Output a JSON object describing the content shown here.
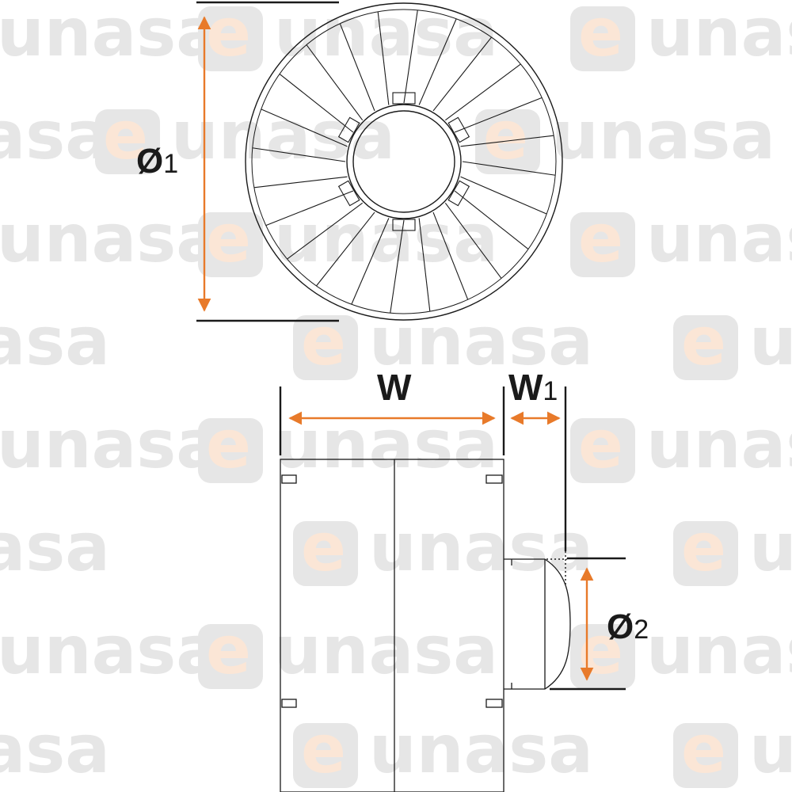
{
  "watermark": {
    "brand_letter": "e",
    "brand_rest": "unasa"
  },
  "dimensions": {
    "outer_diameter": {
      "symbol": "Ø",
      "index": "1"
    },
    "width": {
      "symbol": "W"
    },
    "width_hub": {
      "symbol": "W",
      "index": "1"
    },
    "hub_diameter": {
      "symbol": "Ø",
      "index": "2"
    }
  },
  "colors": {
    "dimension_arrow": "#e87a2a",
    "drawing_line": "#1a1a1a",
    "watermark_gray": "#e6e6e6",
    "watermark_orange": "#fbe6d6"
  }
}
